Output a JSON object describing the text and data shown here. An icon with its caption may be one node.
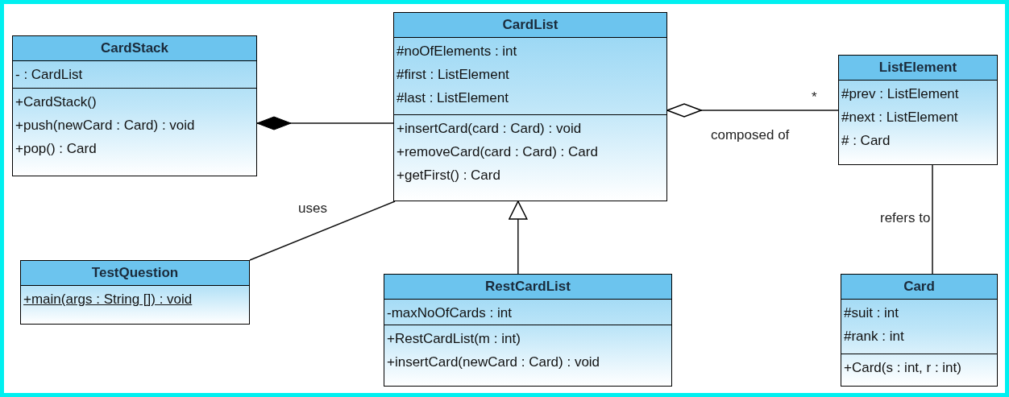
{
  "diagram": {
    "nodes": [
      {
        "text": [
          "CardStack"
        ]
      },
      {
        "text": [
          "- : CardList"
        ],
        "in": 0
      },
      {
        "text": [
          "+CardStack()",
          "+push(newCard : Card) : void",
          "+pop() : Card"
        ],
        "in": 0
      },
      {
        "text": [
          "CardList"
        ]
      },
      {
        "text": [
          "#noOfElements : int",
          "#first : ListElement",
          "#last : ListElement"
        ],
        "in": 3
      },
      {
        "text": [
          "+insertCard(card : Card) : void",
          "+removeCard(card : Card) : Card",
          "+getFirst() : Card"
        ],
        "in": 3
      },
      {
        "text": [
          "ListElement"
        ]
      },
      {
        "text": [
          "#prev : ListElement",
          "#next : ListElement",
          "# : Card"
        ],
        "in": 6
      },
      {
        "text": [
          "TestQuestion"
        ]
      },
      {
        "text": [
          "+main(args : String []) : void"
        ],
        "in": 8
      },
      {
        "text": [
          "RestCardList"
        ]
      },
      {
        "text": [
          "-maxNoOfCards : int"
        ],
        "in": 10
      },
      {
        "text": [
          "+RestCardList(m : int)",
          "+insertCard(newCard : Card) : void"
        ],
        "in": 10
      },
      {
        "text": [
          "Card"
        ]
      },
      {
        "text": [
          "#suit : int",
          "#rank : int"
        ],
        "in": 13
      },
      {
        "text": [
          "+Card(s : int, r : int)"
        ],
        "in": 13
      }
    ],
    "edges": [
      {
        "from": 0,
        "to": 3,
        "arrow": "other"
      },
      {
        "from": 3,
        "to": 6,
        "arrow": "other",
        "label": "composed of"
      },
      {
        "from": 8,
        "to": 3,
        "arrow": "none",
        "label": "uses"
      },
      {
        "from": 10,
        "to": 3,
        "arrow": "to"
      },
      {
        "from": 6,
        "to": 13,
        "arrow": "none",
        "label": "refers to"
      }
    ],
    "labels": [
      "*"
    ]
  }
}
